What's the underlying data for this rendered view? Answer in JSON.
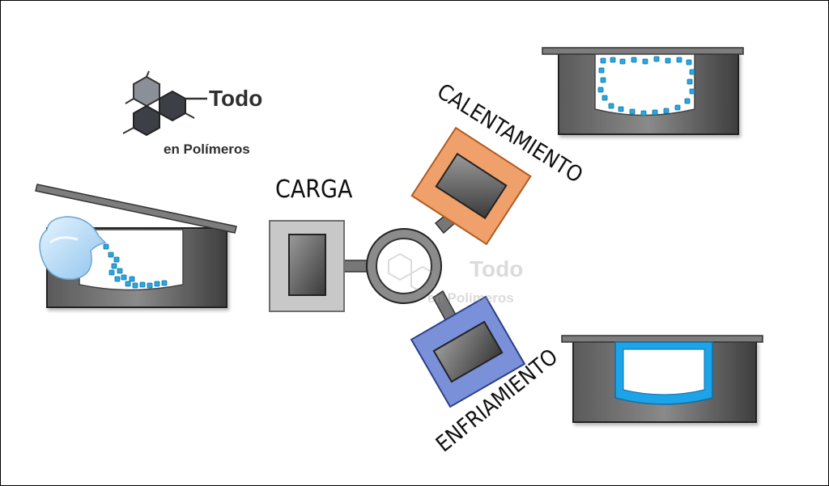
{
  "logo": {
    "title": "Todo",
    "subtitle": "en Polímeros"
  },
  "watermark": {
    "title": "Todo",
    "subtitle": "en Polímeros"
  },
  "stations": {
    "load": {
      "label": "CARGA",
      "color": "#c8c8c8"
    },
    "heat": {
      "label": "CALENTAMIENTO",
      "color": "#f0a06a"
    },
    "cool": {
      "label": "ENFRIAMIENTO",
      "color": "#7a90d8"
    }
  },
  "colors": {
    "pellet": "#29a8e0",
    "product": "#1ca3e8",
    "mold": "#666666"
  }
}
